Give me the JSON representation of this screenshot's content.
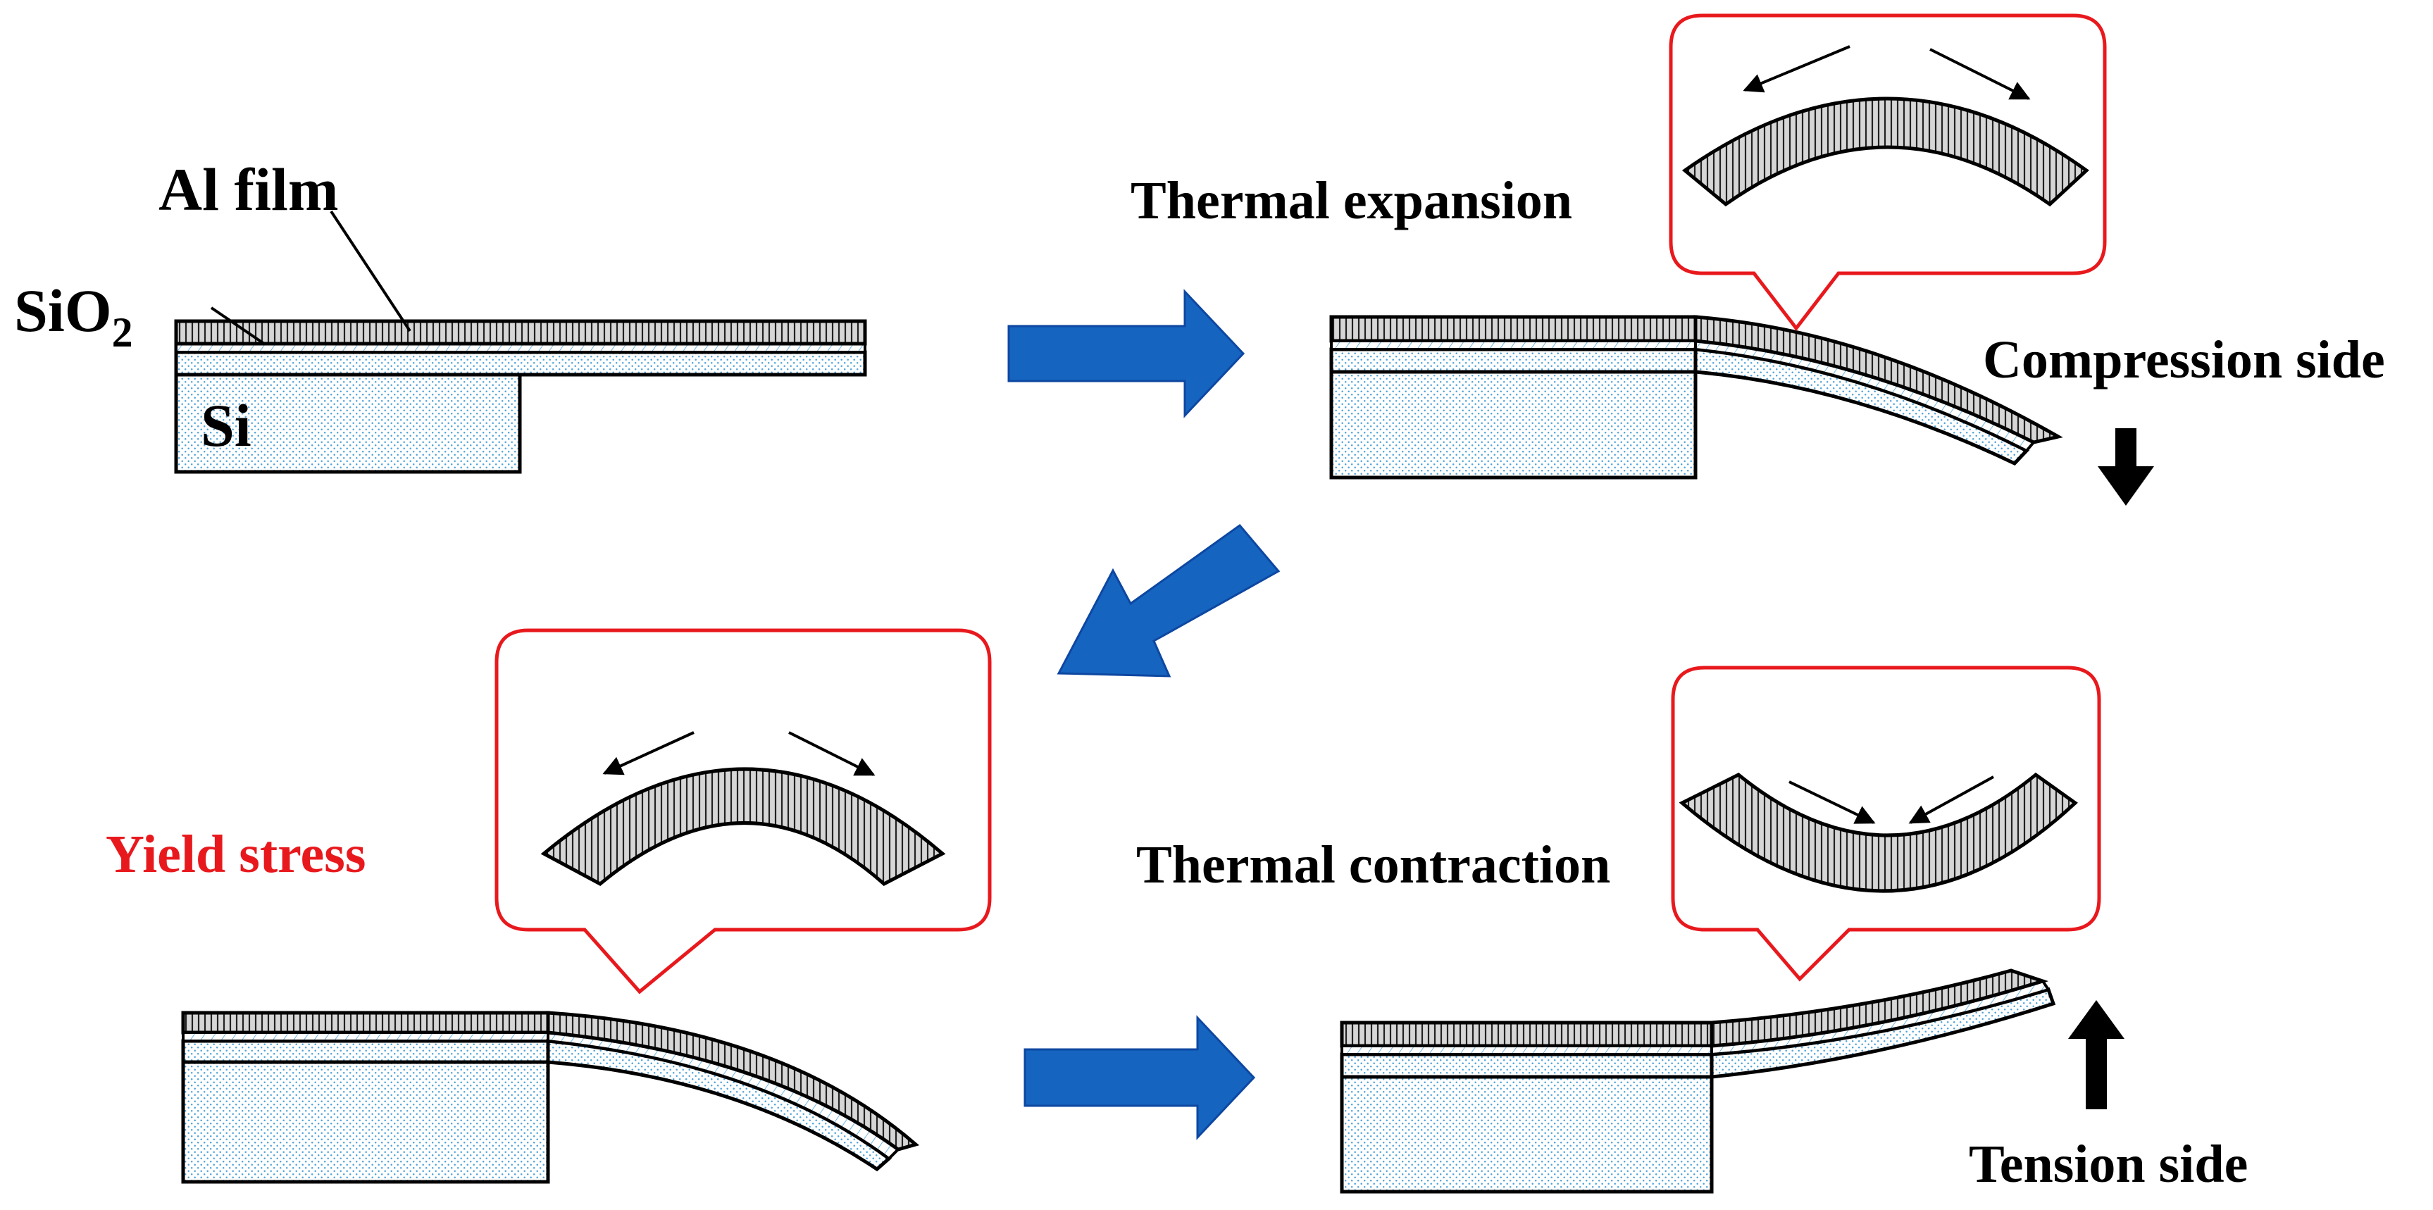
{
  "labels": {
    "al_film": "Al film",
    "sio2_main": "SiO",
    "sio2_sub": "2",
    "si": "Si",
    "thermal_expansion": "Thermal expansion",
    "compression_side": "Compression side",
    "yield_stress": "Yield stress",
    "thermal_contraction": "Thermal contraction",
    "tension_side": "Tension side"
  },
  "colors": {
    "process_arrow": "#1565C0",
    "callout_border": "#E8191D",
    "yield_text": "#E8191D",
    "si_dots": "#4FA3D9",
    "film_hatch": "#000000",
    "stress_arrow": "#000000"
  }
}
